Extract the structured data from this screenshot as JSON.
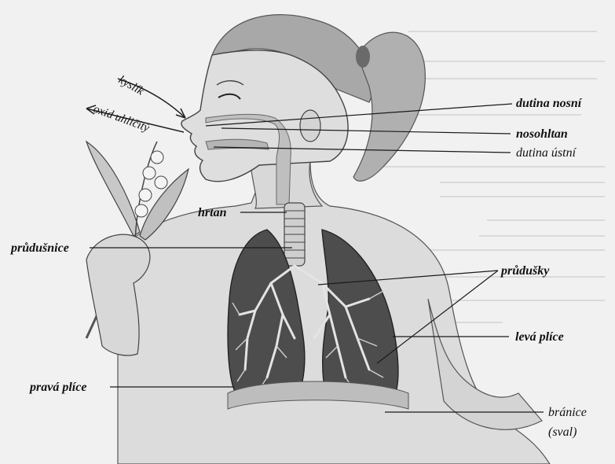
{
  "labels": {
    "oxygen": "kyslík",
    "carbon_dioxide": "oxid uhličitý",
    "nasal_cavity": "dutina nosní",
    "nasopharynx": "nosohltan",
    "oral_cavity": "dutina ústní",
    "larynx": "hrtan",
    "trachea": "průdušnice",
    "bronchi": "průdušky",
    "left_lung": "levá plíce",
    "right_lung": "pravá plíce",
    "diaphragm": "bránice",
    "diaphragm_note": "(sval)"
  },
  "colors": {
    "paper": "#f1f1f1",
    "skin": "#d6d6d6",
    "hair": "#9c9c9c",
    "lung": "#4a4a4a",
    "trachea": "#cfcfcf",
    "line": "#1a1a1a"
  }
}
